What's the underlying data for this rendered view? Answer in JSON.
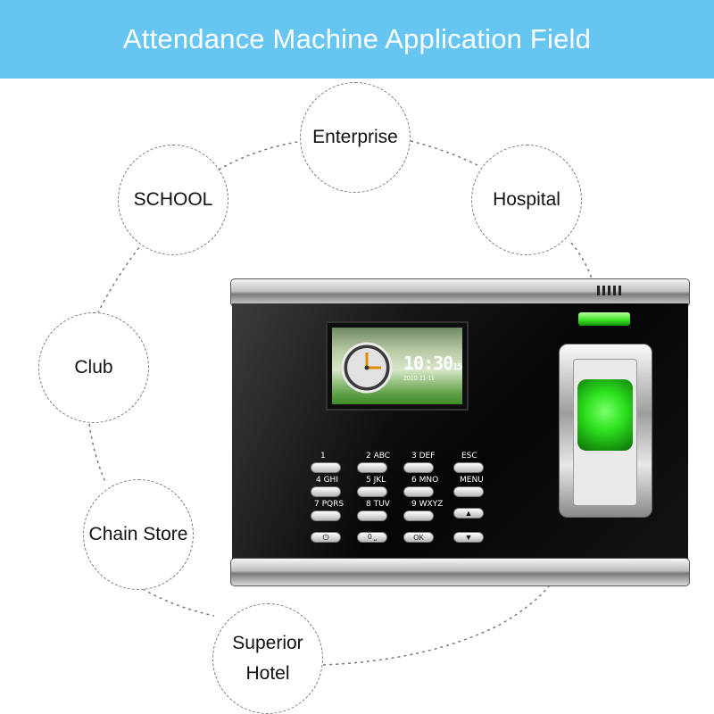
{
  "header": {
    "title": "Attendance Machine Application Field"
  },
  "fields": [
    {
      "label_lines": [
        "Enterprise"
      ]
    },
    {
      "label_lines": [
        "SCHOOL"
      ]
    },
    {
      "label_lines": [
        "Hospital"
      ]
    },
    {
      "label_lines": [
        "Club"
      ]
    },
    {
      "label_lines": [
        "Chain Store"
      ]
    },
    {
      "label_lines": [
        "Superior",
        "Hotel"
      ]
    }
  ],
  "device": {
    "screen": {
      "time": "10:30",
      "seconds": "15",
      "date": "2010-11-11"
    },
    "keypad": {
      "rows": [
        [
          "1",
          "2 ABC",
          "3 DEF",
          "ESC"
        ],
        [
          "4 GHI",
          "5 JKL",
          "6 MNO",
          "MENU"
        ],
        [
          "7 PQRS",
          "8 TUV",
          "9 WXYZ",
          "▲"
        ],
        [
          "⏻",
          "0 ⎵",
          "OK",
          "▼"
        ]
      ]
    }
  },
  "colors": {
    "banner": "#67c5f2",
    "sensor_green": "#2ee21e"
  }
}
